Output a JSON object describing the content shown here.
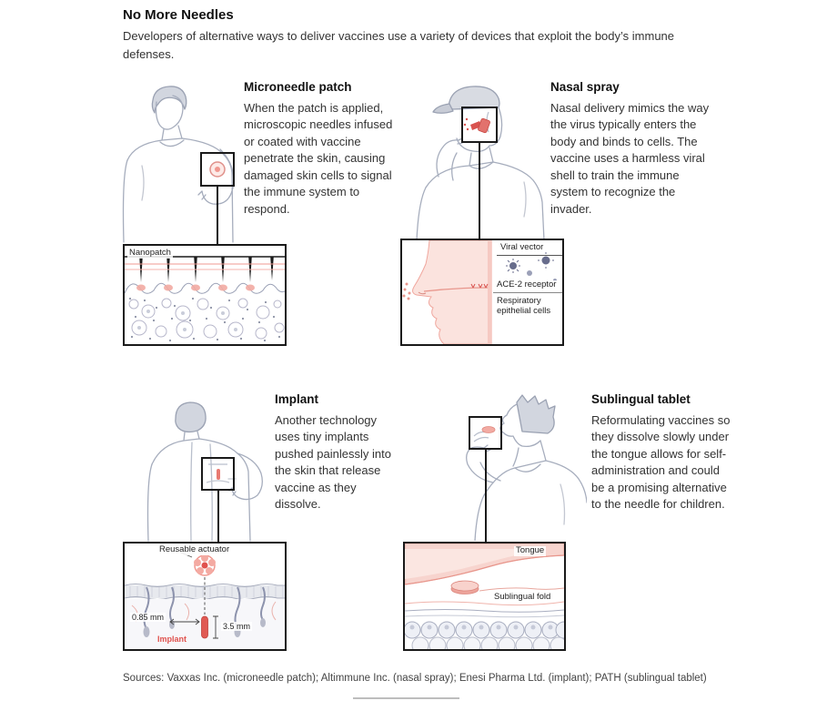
{
  "header": {
    "title": "No More Needles",
    "subtitle": "Developers of alternative ways to deliver vaccines use a variety of devices that exploit the body’s immune defenses."
  },
  "panels": {
    "microneedle": {
      "heading": "Microneedle patch",
      "description": "When the patch is applied, microscopic needles infused or coated with vaccine penetrate the skin, causing damaged skin cells to signal the immune system to respond.",
      "labels": {
        "nanopatch": "Nanopatch"
      }
    },
    "nasal": {
      "heading": "Nasal spray",
      "description": "Nasal delivery mimics the way the virus typically enters the body and binds to cells. The vaccine uses a harmless viral shell to train the immune system to recognize the invader.",
      "labels": {
        "viral_vector": "Viral vector",
        "ace2_receptor": "ACE-2 receptor",
        "respiratory_cells": "Respiratory epithelial cells"
      }
    },
    "implant": {
      "heading": "Implant",
      "description": "Another technology uses tiny implants pushed painlessly into the skin that release vaccine as they dissolve.",
      "labels": {
        "reusable_actuator": "Reusable actuator",
        "depth": "0.85 mm",
        "implant": "Implant",
        "length": "3.5 mm"
      }
    },
    "sublingual": {
      "heading": "Sublingual tablet",
      "description": "Reformulating vaccines so they dissolve slowly under the tongue allows for self-administration and could be a promising alternative to the needle for children.",
      "labels": {
        "tongue": "Tongue",
        "sublingual_fold": "Sublingual fold"
      }
    }
  },
  "footer": {
    "sources": "Sources: Vaxxas Inc. (microneedle patch); Altimmune Inc. (nasal spray); Enesi Pharma Ltd. (implant); PATH (sublingual tablet)"
  },
  "colors": {
    "accent_pink": "#f0978f",
    "accent_red": "#e0524e",
    "light_pink": "#fbe3de",
    "sketch_gray": "#a6adbd",
    "cell_purple": "#b7b7cb"
  }
}
